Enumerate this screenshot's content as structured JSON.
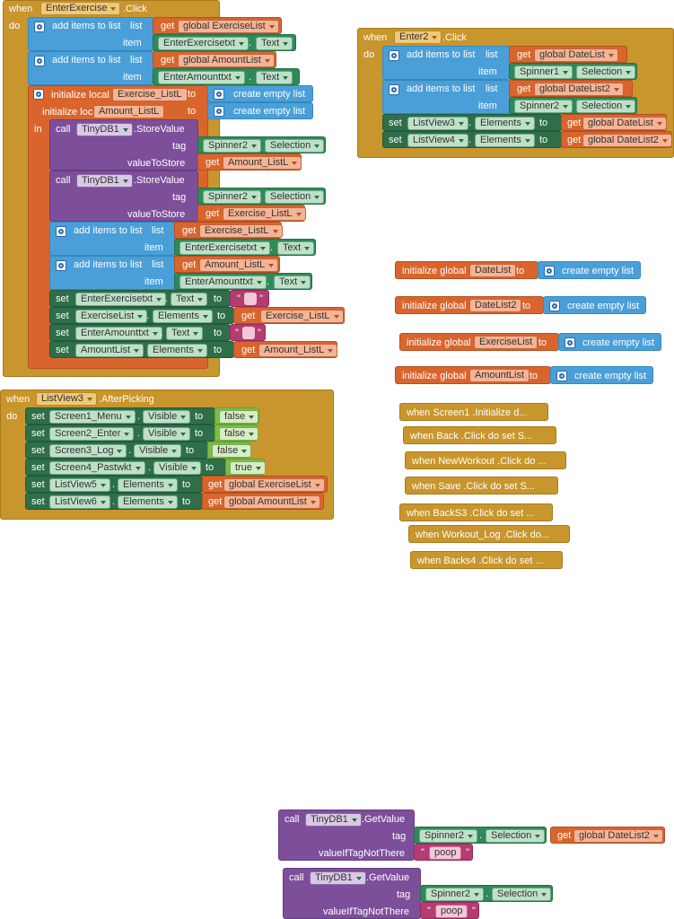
{
  "kw": {
    "when": "when",
    "do": "do",
    "in": "in",
    "call": "call",
    "set": "set",
    "get": "get",
    "to": "to",
    "tag": "tag",
    "item": "item",
    "list": "list",
    "dot": ".",
    "quote": "\"",
    "valueToStore": "valueToStore",
    "valueIfTagNotThere": "valueIfTagNotThere"
  },
  "ev1": {
    "component": "EnterExercise",
    "event": ".Click",
    "add1": {
      "label": "add items to list",
      "list": "global ExerciseList",
      "item_comp": "EnterExercisetxt",
      "item_prop": "Text"
    },
    "add2": {
      "label": "add items to list",
      "list": "global AmountList",
      "item_comp": "EnterAmounttxt",
      "item_prop": "Text"
    },
    "local1": {
      "label": "initialize local",
      "name": "Exercise_ListL",
      "to": "create empty list"
    },
    "local2": {
      "label": "initialize local",
      "name": "Amount_ListL",
      "to": "create empty list"
    },
    "call1": {
      "comp": "TinyDB1",
      "method": ".StoreValue",
      "tag_comp": "Spinner2",
      "tag_prop": "Selection",
      "value": "Amount_ListL"
    },
    "call2": {
      "comp": "TinyDB1",
      "method": ".StoreValue",
      "tag_comp": "Spinner2",
      "tag_prop": "Selection",
      "value": "Exercise_ListL"
    },
    "add3": {
      "label": "add items to list",
      "list": "Exercise_ListL",
      "item_comp": "EnterExercisetxt",
      "item_prop": "Text"
    },
    "add4": {
      "label": "add items to list",
      "list": "Amount_ListL",
      "item_comp": "EnterAmounttxt",
      "item_prop": "Text"
    },
    "set1": {
      "comp": "EnterExercisetxt",
      "prop": "Text"
    },
    "set2": {
      "comp": "ExerciseList",
      "prop": "Elements",
      "value": "Exercise_ListL"
    },
    "set3": {
      "comp": "EnterAmounttxt",
      "prop": "Text"
    },
    "set4": {
      "comp": "AmountList",
      "prop": "Elements",
      "value": "Amount_ListL"
    }
  },
  "ev2": {
    "component": "Enter2",
    "event": ".Click",
    "add1": {
      "label": "add items to list",
      "list": "global DateList",
      "item_comp": "Spinner1",
      "item_prop": "Selection"
    },
    "add2": {
      "label": "add items to list",
      "list": "global DateList2",
      "item_comp": "Spinner2",
      "item_prop": "Selection"
    },
    "set1": {
      "comp": "ListView3",
      "prop": "Elements",
      "value": "global DateList"
    },
    "set2": {
      "comp": "ListView4",
      "prop": "Elements",
      "value": "global DateList2"
    }
  },
  "ev3": {
    "component": "ListView3",
    "event": ".AfterPicking",
    "sets": [
      {
        "comp": "Screen1_Menu",
        "prop": "Visible",
        "value": "false"
      },
      {
        "comp": "Screen2_Enter",
        "prop": "Visible",
        "value": "false"
      },
      {
        "comp": "Screen3_Log",
        "prop": "Visible",
        "value": "false"
      },
      {
        "comp": "Screen4_Pastwkt",
        "prop": "Visible",
        "value": "true"
      },
      {
        "comp": "ListView5",
        "prop": "Elements",
        "value": "global ExerciseList"
      },
      {
        "comp": "ListView6",
        "prop": "Elements",
        "value": "global AmountList"
      }
    ]
  },
  "globals": [
    {
      "label": "initialize global",
      "name": "DateList",
      "to": "create empty list"
    },
    {
      "label": "initialize global",
      "name": "DateList2",
      "to": "create empty list"
    },
    {
      "label": "initialize global",
      "name": "ExerciseList",
      "to": "create empty list"
    },
    {
      "label": "initialize global",
      "name": "AmountList",
      "to": "create empty list"
    }
  ],
  "collapsed": [
    "when  Screen1 .Initialize d...",
    "when  Back .Click do set  S...",
    "when  NewWorkout .Click do ...",
    "when  Save .Click do set  S...",
    "when  BackS3 .Click do set ...",
    "when  Workout_Log .Click do...",
    "when  Backs4 .Click do set ..."
  ],
  "getvalue1": {
    "comp": "TinyDB1",
    "method": ".GetValue",
    "tag_comp": "Spinner2",
    "tag_prop": "Selection",
    "extra": "global DateList2",
    "default": "poop"
  },
  "getvalue2": {
    "comp": "TinyDB1",
    "method": ".GetValue",
    "tag_comp": "Spinner2",
    "tag_prop": "Selection",
    "default": "poop"
  },
  "colors": {
    "event": "#c8962c",
    "variable": "#d9652d",
    "list": "#4a9fd8",
    "component_setter": "#2f8a58",
    "component_method": "#7d4f9a",
    "logic": "#7cbc48",
    "text": "#b33c72"
  }
}
